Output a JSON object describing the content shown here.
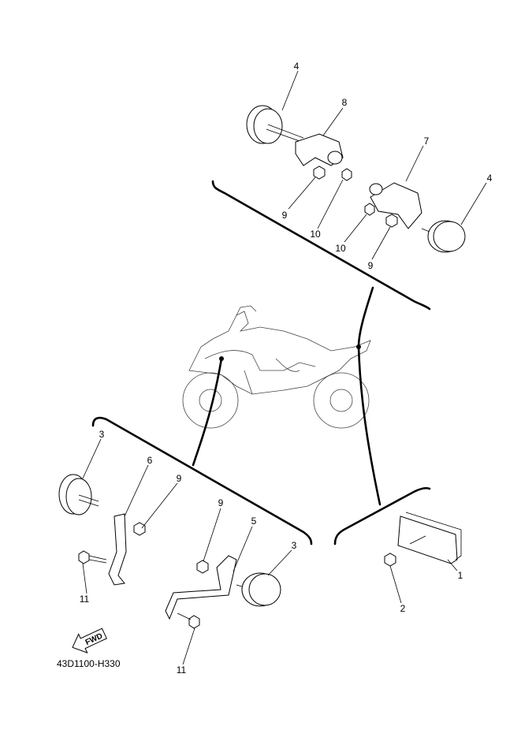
{
  "diagram": {
    "part_code": "43D1100-H330",
    "fwd_label": "FWD",
    "callouts": [
      "4",
      "8",
      "7",
      "4",
      "9",
      "10",
      "10",
      "9",
      "3",
      "6",
      "9",
      "9",
      "5",
      "3",
      "1",
      "2",
      "11",
      "11"
    ]
  }
}
